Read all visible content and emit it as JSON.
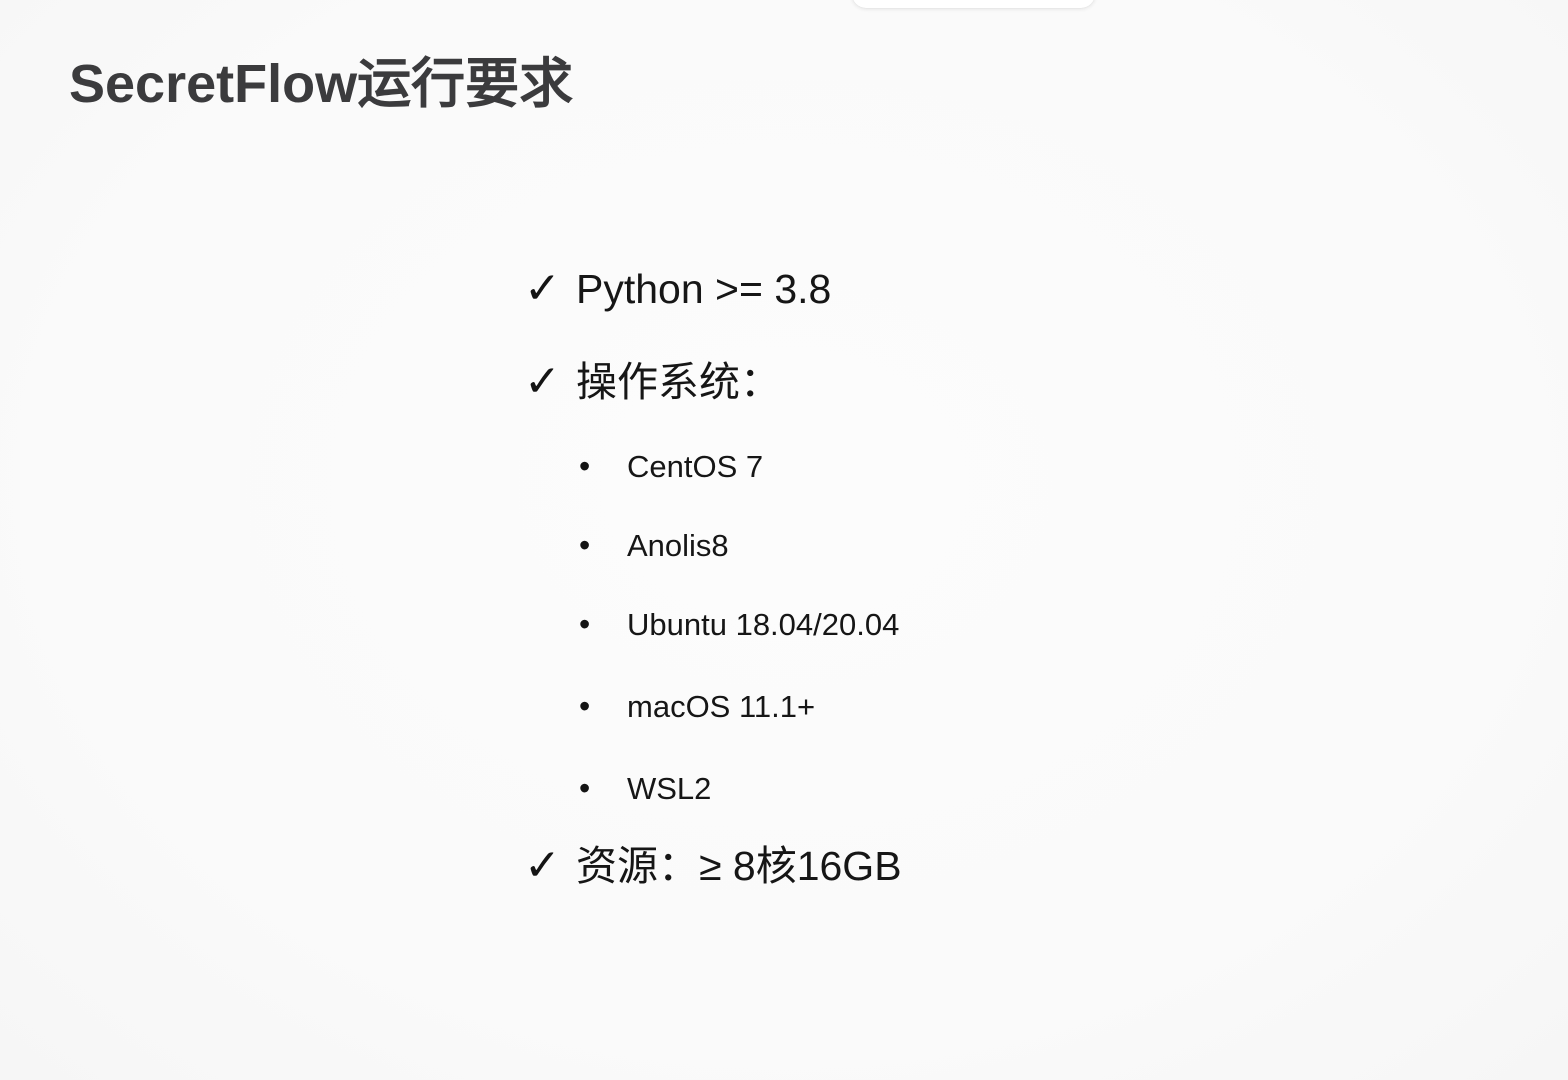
{
  "slide": {
    "title": "SecretFlow运行要求"
  },
  "glyphs": {
    "check": "✓",
    "bullet": "•"
  },
  "requirements": [
    {
      "id": "python",
      "text": "Python >= 3.8"
    },
    {
      "id": "os",
      "text": "操作系统："
    },
    {
      "id": "resources",
      "text": "资源：≥ 8核16GB"
    }
  ],
  "os_options": [
    {
      "text": "CentOS 7"
    },
    {
      "text": "Anolis8"
    },
    {
      "text": "Ubuntu 18.04/20.04"
    },
    {
      "text": "macOS 11.1+"
    },
    {
      "text": "WSL2"
    }
  ],
  "colors": {
    "background": "#fafafa",
    "title_text": "#3b3b3d",
    "body_text": "#161616",
    "overlay": "#ffffff"
  }
}
